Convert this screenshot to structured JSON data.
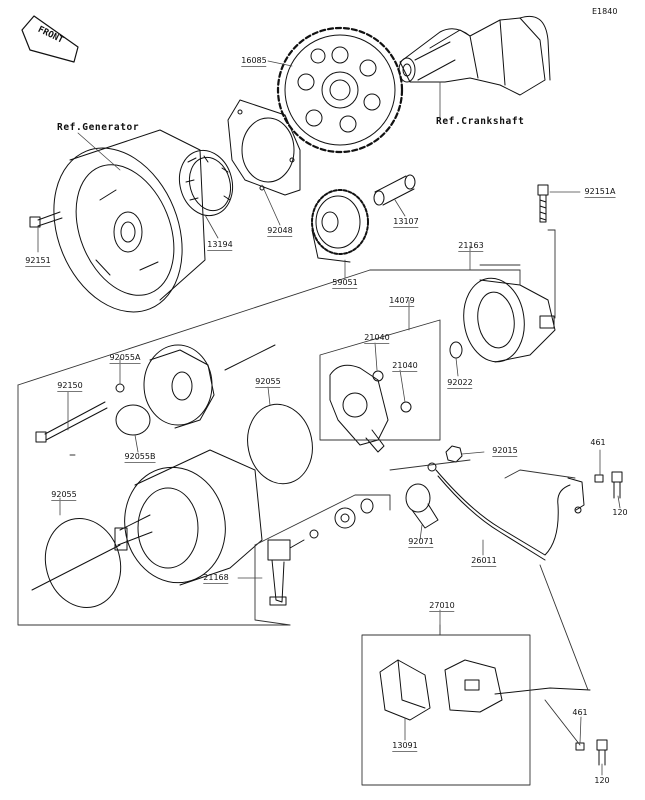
{
  "diagram_code": "E1840",
  "front_label": "FRONT",
  "refs": {
    "generator": "Ref.Generator",
    "crankshaft": "Ref.Crankshaft"
  },
  "parts": {
    "p16085": "16085",
    "p92151_a": "92151",
    "p13194": "13194",
    "p92048": "92048",
    "p59051": "59051",
    "p13107": "13107",
    "p92151A": "92151A",
    "p21163": "21163",
    "p14079": "14079",
    "p21040_a": "21040",
    "p21040_b": "21040",
    "p92022": "92022",
    "p92055A": "92055A",
    "p92150": "92150",
    "p92055B": "92055B",
    "p92055_a": "92055",
    "p92055_b": "92055",
    "p92015": "92015",
    "p461_a": "461",
    "p120_a": "120",
    "p92071": "92071",
    "p26011": "26011",
    "p21168": "21168",
    "p27010": "27010",
    "p13091": "13091",
    "p461_b": "461",
    "p120_b": "120"
  }
}
